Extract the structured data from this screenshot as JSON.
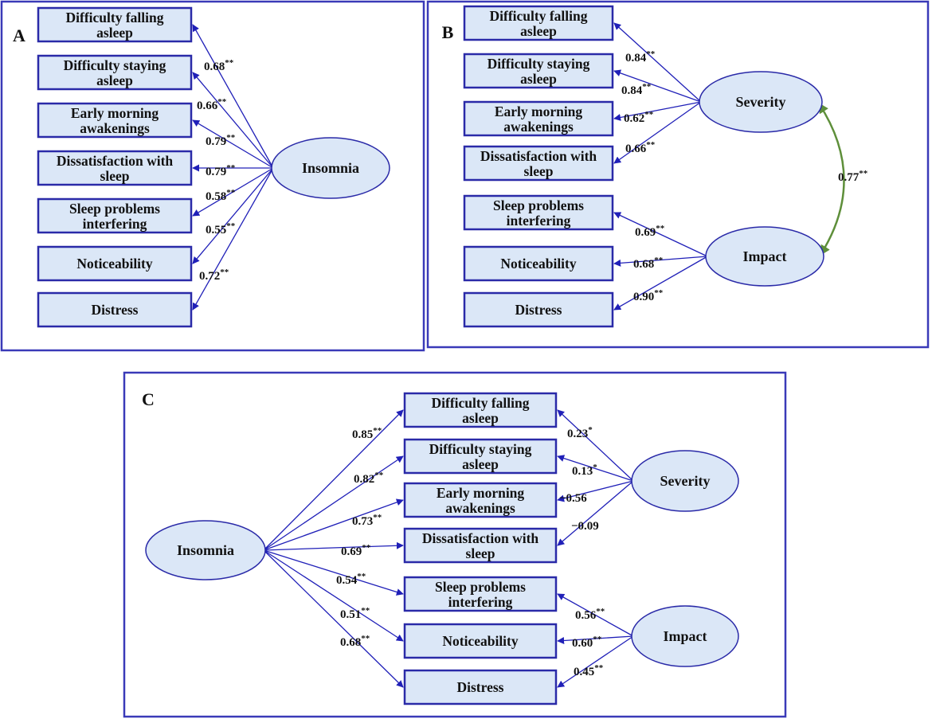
{
  "colors": {
    "frame": "#3a3ab8",
    "box_fill": "#dbe7f7",
    "arrow": "#2020b8",
    "covariance": "#5e8f3a"
  },
  "panels": [
    {
      "id": "A",
      "label": "A",
      "factors": [
        {
          "id": "insomnia",
          "label": "Insomnia"
        }
      ],
      "items": [
        {
          "id": "fall",
          "lines": [
            "Difficulty falling",
            "asleep"
          ]
        },
        {
          "id": "stay",
          "lines": [
            "Difficulty staying",
            "asleep"
          ]
        },
        {
          "id": "early",
          "lines": [
            "Early morning",
            "awakenings"
          ]
        },
        {
          "id": "diss",
          "lines": [
            "Dissatisfaction with",
            "sleep"
          ]
        },
        {
          "id": "interf",
          "lines": [
            "Sleep problems",
            "interfering"
          ]
        },
        {
          "id": "notic",
          "lines": [
            "Noticeability"
          ]
        },
        {
          "id": "dist",
          "lines": [
            "Distress"
          ]
        }
      ],
      "loadings": [
        {
          "factor": "insomnia",
          "item": "fall",
          "value": "0.68",
          "sig": "**"
        },
        {
          "factor": "insomnia",
          "item": "stay",
          "value": "0.66",
          "sig": "**"
        },
        {
          "factor": "insomnia",
          "item": "early",
          "value": "0.79",
          "sig": "**"
        },
        {
          "factor": "insomnia",
          "item": "diss",
          "value": "0.79",
          "sig": "**"
        },
        {
          "factor": "insomnia",
          "item": "interf",
          "value": "0.58",
          "sig": "**"
        },
        {
          "factor": "insomnia",
          "item": "notic",
          "value": "0.55",
          "sig": "**"
        },
        {
          "factor": "insomnia",
          "item": "dist",
          "value": "0.72",
          "sig": "**"
        }
      ],
      "covariances": []
    },
    {
      "id": "B",
      "label": "B",
      "factors": [
        {
          "id": "severity",
          "label": "Severity"
        },
        {
          "id": "impact",
          "label": "Impact"
        }
      ],
      "items": [
        {
          "id": "fall",
          "lines": [
            "Difficulty falling",
            "asleep"
          ]
        },
        {
          "id": "stay",
          "lines": [
            "Difficulty staying",
            "asleep"
          ]
        },
        {
          "id": "early",
          "lines": [
            "Early morning",
            "awakenings"
          ]
        },
        {
          "id": "diss",
          "lines": [
            "Dissatisfaction with",
            "sleep"
          ]
        },
        {
          "id": "interf",
          "lines": [
            "Sleep problems",
            "interfering"
          ]
        },
        {
          "id": "notic",
          "lines": [
            "Noticeability"
          ]
        },
        {
          "id": "dist",
          "lines": [
            "Distress"
          ]
        }
      ],
      "loadings": [
        {
          "factor": "severity",
          "item": "fall",
          "value": "0.84",
          "sig": "**"
        },
        {
          "factor": "severity",
          "item": "stay",
          "value": "0.84",
          "sig": "**"
        },
        {
          "factor": "severity",
          "item": "early",
          "value": "0.62",
          "sig": "**"
        },
        {
          "factor": "severity",
          "item": "diss",
          "value": "0.66",
          "sig": "**"
        },
        {
          "factor": "impact",
          "item": "interf",
          "value": "0.69",
          "sig": "**"
        },
        {
          "factor": "impact",
          "item": "notic",
          "value": "0.68",
          "sig": "**"
        },
        {
          "factor": "impact",
          "item": "dist",
          "value": "0.90",
          "sig": "**"
        }
      ],
      "covariances": [
        {
          "from": "severity",
          "to": "impact",
          "value": "0.77",
          "sig": "**"
        }
      ]
    },
    {
      "id": "C",
      "label": "C",
      "factors": [
        {
          "id": "insomnia",
          "label": "Insomnia"
        },
        {
          "id": "severity",
          "label": "Severity"
        },
        {
          "id": "impact",
          "label": "Impact"
        }
      ],
      "items": [
        {
          "id": "fall",
          "lines": [
            "Difficulty falling",
            "asleep"
          ]
        },
        {
          "id": "stay",
          "lines": [
            "Difficulty staying",
            "asleep"
          ]
        },
        {
          "id": "early",
          "lines": [
            "Early morning",
            "awakenings"
          ]
        },
        {
          "id": "diss",
          "lines": [
            "Dissatisfaction with",
            "sleep"
          ]
        },
        {
          "id": "interf",
          "lines": [
            "Sleep problems",
            "interfering"
          ]
        },
        {
          "id": "notic",
          "lines": [
            "Noticeability"
          ]
        },
        {
          "id": "dist",
          "lines": [
            "Distress"
          ]
        }
      ],
      "loadings": [
        {
          "factor": "insomnia",
          "item": "fall",
          "value": "0.85",
          "sig": "**"
        },
        {
          "factor": "insomnia",
          "item": "stay",
          "value": "0.82",
          "sig": "**"
        },
        {
          "factor": "insomnia",
          "item": "early",
          "value": "0.73",
          "sig": "**"
        },
        {
          "factor": "insomnia",
          "item": "diss",
          "value": "0.69",
          "sig": "**"
        },
        {
          "factor": "insomnia",
          "item": "interf",
          "value": "0.54",
          "sig": "**"
        },
        {
          "factor": "insomnia",
          "item": "notic",
          "value": "0.51",
          "sig": "**"
        },
        {
          "factor": "insomnia",
          "item": "dist",
          "value": "0.68",
          "sig": "**"
        },
        {
          "factor": "severity",
          "item": "fall",
          "value": "0.23",
          "sig": "*"
        },
        {
          "factor": "severity",
          "item": "stay",
          "value": "0.13",
          "sig": "*"
        },
        {
          "factor": "severity",
          "item": "early",
          "value": "−0.56",
          "sig": ""
        },
        {
          "factor": "severity",
          "item": "diss",
          "value": "−0.09",
          "sig": ""
        },
        {
          "factor": "impact",
          "item": "interf",
          "value": "0.56",
          "sig": "**"
        },
        {
          "factor": "impact",
          "item": "notic",
          "value": "0.60",
          "sig": "**"
        },
        {
          "factor": "impact",
          "item": "dist",
          "value": "0.45",
          "sig": "**"
        }
      ],
      "covariances": []
    }
  ]
}
